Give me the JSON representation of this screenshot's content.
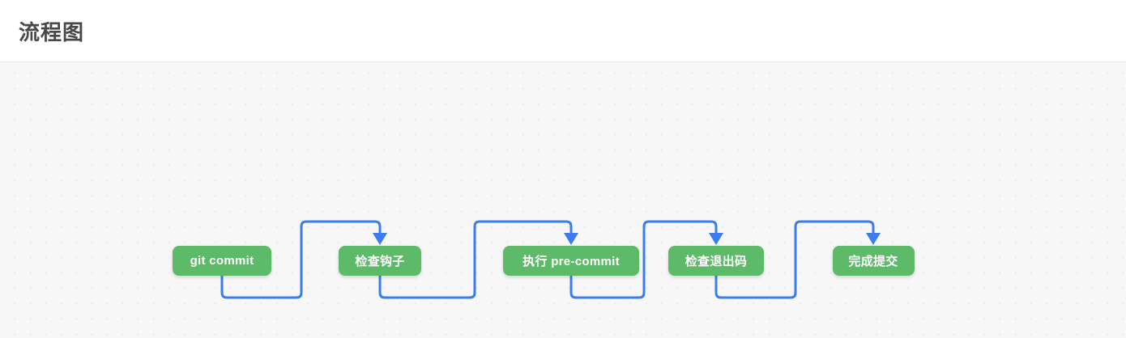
{
  "header": {
    "title": "流程图"
  },
  "canvas": {
    "background_color": "#f7f7f8",
    "dot_color": "#e8e8ea"
  },
  "flow": {
    "node_color": "#5cba68",
    "node_text_color": "#ffffff",
    "connector_color": "#3b7cf0",
    "nodes": [
      {
        "label": "git commit"
      },
      {
        "label": "检查钩子"
      },
      {
        "label": "执行 pre-commit"
      },
      {
        "label": "检查退出码"
      },
      {
        "label": "完成提交"
      }
    ],
    "connections": [
      {
        "from": "git commit",
        "to": "检查钩子"
      },
      {
        "from": "检查钩子",
        "to": "执行 pre-commit"
      },
      {
        "from": "执行 pre-commit",
        "to": "检查退出码"
      },
      {
        "from": "检查退出码",
        "to": "完成提交"
      }
    ]
  }
}
